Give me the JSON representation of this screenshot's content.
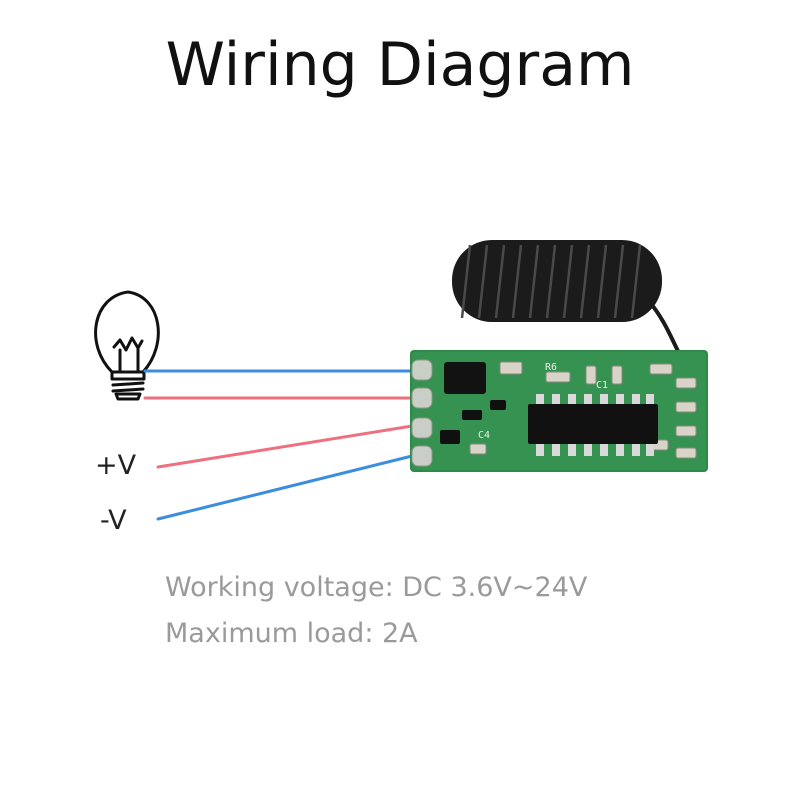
{
  "title": "Wiring Diagram",
  "labels": {
    "plus_v": "+V",
    "minus_v": "-V"
  },
  "specs": {
    "voltage": "Working voltage: DC 3.6V~24V",
    "load": "Maximum load: 2A"
  },
  "board_markings": {
    "r6": "R6",
    "c1": "C1",
    "c4": "C4"
  },
  "colors": {
    "wire_blue": "#3b8de0",
    "wire_red": "#ef6f7f",
    "pcb_green": "#2f8a4a",
    "antenna": "#1d1d1d"
  },
  "icons": [
    "light-bulb-icon",
    "receiver-module",
    "spring-antenna"
  ]
}
